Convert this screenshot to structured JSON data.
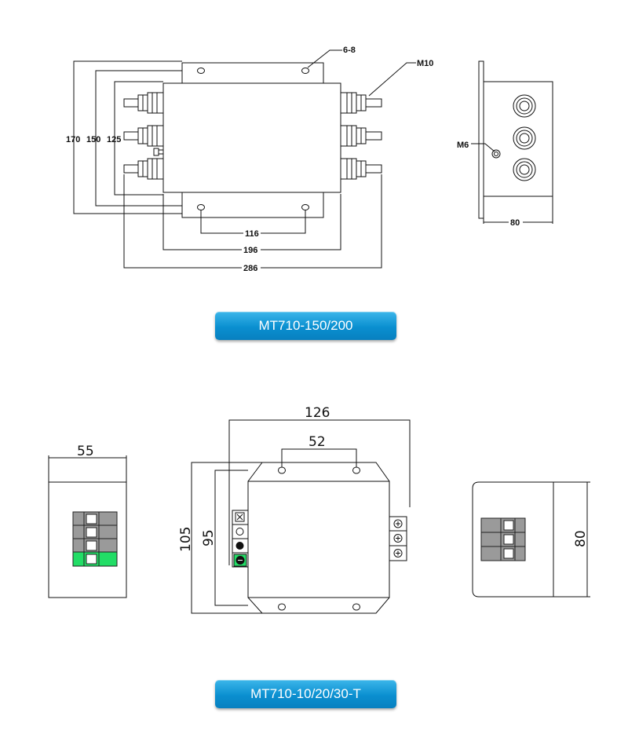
{
  "top_drawing": {
    "labels": {
      "holes": "6-8",
      "terminal_thread": "M10",
      "ground_thread": "M6",
      "height_outer": "170",
      "height_mid": "150",
      "height_inner": "125",
      "width_holes": "116",
      "width_body": "196",
      "width_total": "286",
      "depth": "80"
    },
    "model_label": "MT710-150/200"
  },
  "bottom_drawing": {
    "labels": {
      "side_width": "55",
      "top_width": "126",
      "hole_spacing": "52",
      "height_outer": "105",
      "height_inner": "95",
      "depth": "80"
    },
    "model_label": "MT710-10/20/30-T"
  },
  "colors": {
    "button": "#0a8fd0",
    "terminal_green": "#22dd66",
    "terminal_gray": "#9a9a9a"
  }
}
